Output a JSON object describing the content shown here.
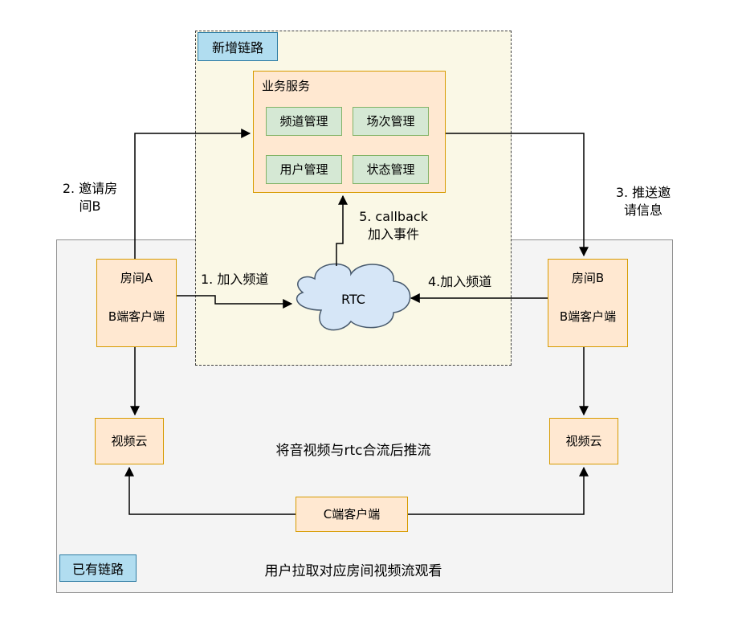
{
  "new_link": {
    "tag": "新增链路",
    "service": {
      "title": "业务服务",
      "modules": [
        {
          "label": "频道管理"
        },
        {
          "label": "场次管理"
        },
        {
          "label": "用户管理"
        },
        {
          "label": "状态管理"
        }
      ]
    },
    "rtc": {
      "label": "RTC"
    }
  },
  "existing_link": {
    "tag": "已有链路",
    "room_a": {
      "title": "房间A",
      "subtitle": "B端客户端"
    },
    "room_b": {
      "title": "房间B",
      "subtitle": "B端客户端"
    },
    "video_cloud_a": {
      "label": "视频云"
    },
    "video_cloud_b": {
      "label": "视频云"
    },
    "c_client": {
      "label": "C端客户端"
    },
    "notes": {
      "merge": "将音视频与rtc合流后推流",
      "watch": "用户拉取对应房间视频流观看"
    }
  },
  "edges": {
    "join_channel_a": "1.  加入频道",
    "invite_room_b": "2. 邀请房\n间B",
    "push_invite": "3. 推送邀\n请信息",
    "join_channel_b": "4.加入频道",
    "callback": "5. callback\n加入事件"
  },
  "colors": {
    "node_fill": "#ffe8d1",
    "node_border": "#d79b00",
    "module_fill": "#d5e8d4",
    "module_border": "#82b366",
    "tag_fill": "#b1ddf0",
    "tag_border": "#2d7ca3",
    "new_link_fill": "#faf8e6",
    "existing_link_fill": "#f4f4f4",
    "cloud_fill": "#d6e6f7",
    "cloud_border": "#46586c",
    "line_color": "#000000"
  }
}
